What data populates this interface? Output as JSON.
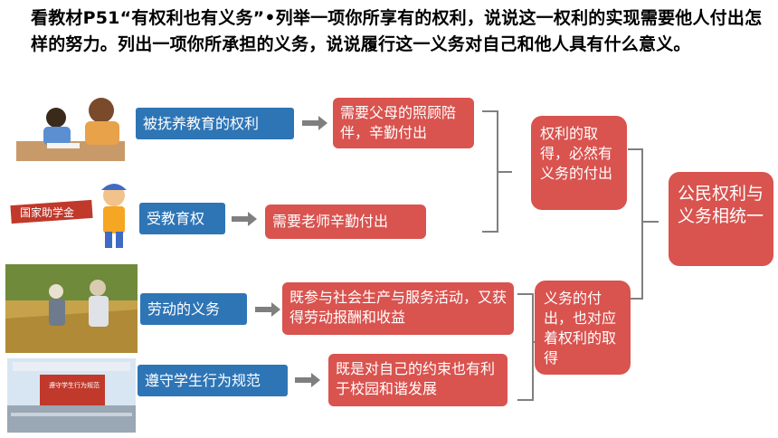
{
  "title": "看教材P51“有权利也有义务”•列举一项你所享有的权利，说说这一权利的实现需要他人付出怎样的努力。列出一项你所承担的义务，说说履行这一义务对自己和他人具有什么意义。",
  "rows": [
    {
      "label": "被抚养教育的权利",
      "detail": "需要父母的照顾陪伴，辛勤付出"
    },
    {
      "label": "受教育权",
      "detail": "需要老师辛勤付出"
    },
    {
      "label": "劳动的义务",
      "detail": "既参与社会生产与服务活动，又获得劳动报酬和收益"
    },
    {
      "label": "遵守学生行为规范",
      "detail": "既是对自己的约束也有利于校园和谐发展"
    }
  ],
  "summary_rights": "权利的取得，必然有义务的付出",
  "summary_duties": "义务的付出，也对应着权利的取得",
  "conclusion": "公民权利与义务相统一",
  "images": {
    "img2_badge": "国家助学金",
    "img4_banner": "遵守学生行为规范"
  }
}
